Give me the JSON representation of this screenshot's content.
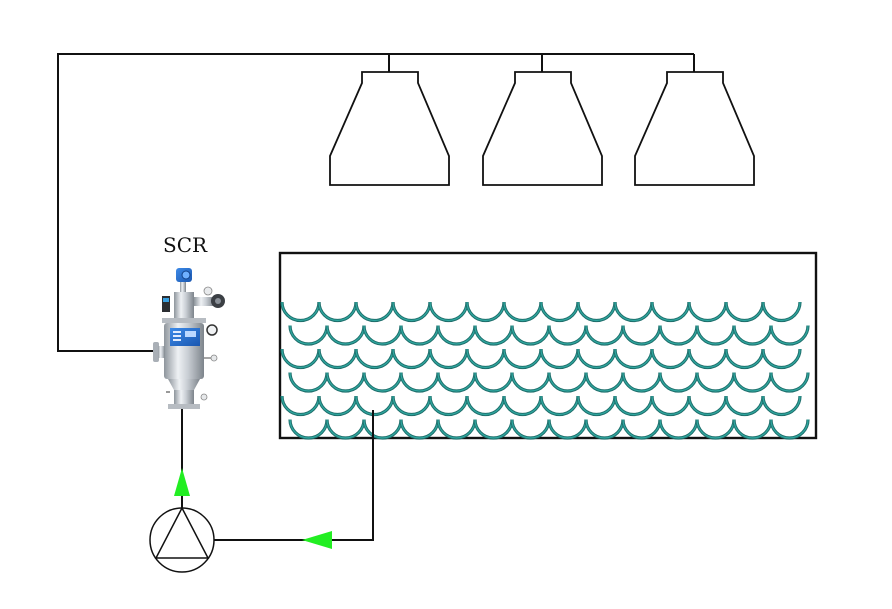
{
  "diagram": {
    "title": "Cooling water circulation with SCR self-cleaning filter",
    "components": {
      "filter": {
        "label": "SCR",
        "type": "self-cleaning-filter"
      },
      "fans": [
        {
          "name": "cooling-tower-fan-1"
        },
        {
          "name": "cooling-tower-fan-2"
        },
        {
          "name": "cooling-tower-fan-3"
        }
      ],
      "basin": {
        "name": "cooling-water-basin",
        "wave_rows": 6,
        "waves_per_row": 14
      },
      "pump": {
        "name": "circulation-pump"
      }
    },
    "flow": {
      "arrow_color": "#22ee22",
      "directions": [
        "basin-to-pump",
        "pump-to-filter",
        "filter-to-fans"
      ]
    },
    "colors": {
      "water": "#1f6f6c",
      "water_highlight": "#2fa8a0",
      "filter_panel": "#2a6fd0",
      "lines": "#111111"
    }
  }
}
